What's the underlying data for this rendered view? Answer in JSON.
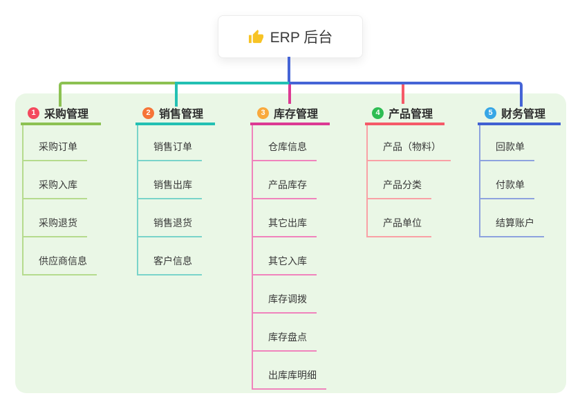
{
  "root": {
    "label": "ERP 后台",
    "icon": "thumbs-up-icon",
    "icon_color": "#F7C325"
  },
  "canvas": {
    "panel_color": "#EAF7E6",
    "background": "#ffffff"
  },
  "connector_color": "#4564D6",
  "branches": [
    {
      "number": "1",
      "label": "采购管理",
      "badge_color": "#F4495D",
      "line_color": "#8CC152",
      "child_line_color": "#B5DB8D",
      "children": [
        "采购订单",
        "采购入库",
        "采购退货",
        "供应商信息"
      ]
    },
    {
      "number": "2",
      "label": "销售管理",
      "badge_color": "#F67437",
      "line_color": "#23C0B3",
      "child_line_color": "#79D4CA",
      "children": [
        "销售订单",
        "销售出库",
        "销售退货",
        "客户信息"
      ]
    },
    {
      "number": "3",
      "label": "库存管理",
      "badge_color": "#F9A93D",
      "line_color": "#DC3A93",
      "child_line_color": "#F083BC",
      "children": [
        "仓库信息",
        "产品库存",
        "其它出库",
        "其它入库",
        "库存调拨",
        "库存盘点",
        "出库库明细"
      ]
    },
    {
      "number": "4",
      "label": "产品管理",
      "badge_color": "#2EBD53",
      "line_color": "#F55A68",
      "child_line_color": "#F9A0A5",
      "children": [
        "产品（物料）",
        "产品分类",
        "产品单位"
      ]
    },
    {
      "number": "5",
      "label": "财务管理",
      "badge_color": "#37A6E6",
      "line_color": "#4161D2",
      "child_line_color": "#8DA2DE",
      "children": [
        "回款单",
        "付款单",
        "结算账户"
      ]
    }
  ]
}
